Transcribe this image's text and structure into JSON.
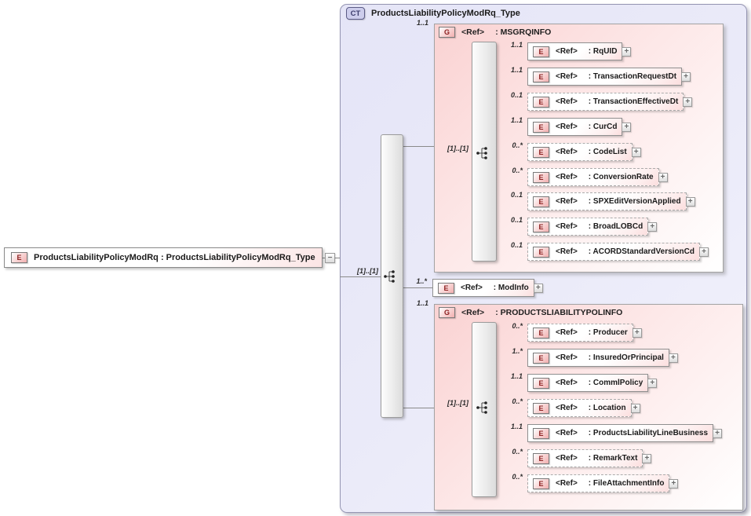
{
  "root": {
    "badge": "E",
    "label": "ProductsLiabilityPolicyModRq : ProductsLiabilityPolicyModRq_Type"
  },
  "container": {
    "badge": "CT",
    "title": "ProductsLiabilityPolicyModRq_Type"
  },
  "outer_sequence": {
    "cardinality_label": "[1]..[1]"
  },
  "icons": {
    "expand": "+",
    "collapse": "−",
    "compositor": "sequence-icon"
  },
  "colors": {
    "container_fill": "#e8e8f8",
    "group_fill": "#fad2d2",
    "element_fill": "#ffffff",
    "badge_fill": "#f2aeae",
    "badge_text": "#8b1f1f",
    "ct_badge_fill": "#cdcdec",
    "border_gray": "#9b9b9b"
  },
  "standalone_element": {
    "badge": "E",
    "ref_label": "<Ref>",
    "type_label": ": ModInfo",
    "cardinality": "1..*",
    "optional": false
  },
  "groups": [
    {
      "badge": "G",
      "ref_label": "<Ref>",
      "type_label": ": MSGRQINFO",
      "cardinality": "1..1",
      "sequence_cardinality": "[1]..[1]",
      "children": [
        {
          "badge": "E",
          "ref_label": "<Ref>",
          "type_label": ": RqUID",
          "cardinality": "1..1",
          "optional": false
        },
        {
          "badge": "E",
          "ref_label": "<Ref>",
          "type_label": ": TransactionRequestDt",
          "cardinality": "1..1",
          "optional": false
        },
        {
          "badge": "E",
          "ref_label": "<Ref>",
          "type_label": ": TransactionEffectiveDt",
          "cardinality": "0..1",
          "optional": true
        },
        {
          "badge": "E",
          "ref_label": "<Ref>",
          "type_label": ": CurCd",
          "cardinality": "1..1",
          "optional": false
        },
        {
          "badge": "E",
          "ref_label": "<Ref>",
          "type_label": ": CodeList",
          "cardinality": "0..*",
          "optional": true
        },
        {
          "badge": "E",
          "ref_label": "<Ref>",
          "type_label": ": ConversionRate",
          "cardinality": "0..*",
          "optional": true
        },
        {
          "badge": "E",
          "ref_label": "<Ref>",
          "type_label": ": SPXEditVersionApplied",
          "cardinality": "0..1",
          "optional": true
        },
        {
          "badge": "E",
          "ref_label": "<Ref>",
          "type_label": ": BroadLOBCd",
          "cardinality": "0..1",
          "optional": true
        },
        {
          "badge": "E",
          "ref_label": "<Ref>",
          "type_label": ": ACORDStandardVersionCd",
          "cardinality": "0..1",
          "optional": true
        }
      ]
    },
    {
      "badge": "G",
      "ref_label": "<Ref>",
      "type_label": ": PRODUCTSLIABILITYPOLINFO",
      "cardinality": "1..1",
      "sequence_cardinality": "[1]..[1]",
      "children": [
        {
          "badge": "E",
          "ref_label": "<Ref>",
          "type_label": ": Producer",
          "cardinality": "0..*",
          "optional": true
        },
        {
          "badge": "E",
          "ref_label": "<Ref>",
          "type_label": ": InsuredOrPrincipal",
          "cardinality": "1..*",
          "optional": false
        },
        {
          "badge": "E",
          "ref_label": "<Ref>",
          "type_label": ": CommlPolicy",
          "cardinality": "1..1",
          "optional": false
        },
        {
          "badge": "E",
          "ref_label": "<Ref>",
          "type_label": ": Location",
          "cardinality": "0..*",
          "optional": true
        },
        {
          "badge": "E",
          "ref_label": "<Ref>",
          "type_label": ": ProductsLiabilityLineBusiness",
          "cardinality": "1..1",
          "optional": false
        },
        {
          "badge": "E",
          "ref_label": "<Ref>",
          "type_label": ": RemarkText",
          "cardinality": "0..*",
          "optional": true
        },
        {
          "badge": "E",
          "ref_label": "<Ref>",
          "type_label": ": FileAttachmentInfo",
          "cardinality": "0..*",
          "optional": true
        }
      ]
    }
  ]
}
